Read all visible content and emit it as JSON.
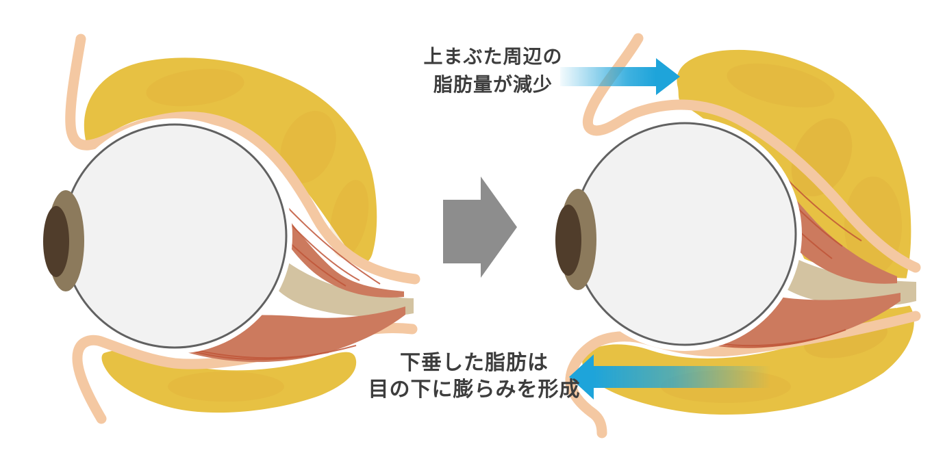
{
  "diagram": {
    "annotations": {
      "top": {
        "line1": "上まぶた周辺の",
        "line2": "脂肪量が減少"
      },
      "bottom": {
        "line1": "下垂した脂肪は",
        "line2": "目の下に膨らみを形成"
      }
    },
    "colors": {
      "background": "#ffffff",
      "fat": "#e7c143",
      "fat_shade": "#d89a33",
      "fat_shade_deep": "#cf8c2f",
      "skin": "#f4c8a2",
      "muscle": "#cc7a5e",
      "muscle_stripe": "#c05538",
      "nerve_cone": "#d3c3a1",
      "eyeball_fill": "#f2f2f2",
      "eyeball_outline": "#616161",
      "iris": "#8c7a5c",
      "pupil": "#503d2b",
      "transition_arrow": "#8d8d8d",
      "highlight_arrow": "#1ea4da",
      "white": "#ffffff",
      "text": "#3d3d3d"
    },
    "icons": {
      "transition": "right-block-arrow",
      "fat_decrease": "right-gradient-arrow",
      "fat_bulge": "left-gradient-arrow"
    }
  }
}
